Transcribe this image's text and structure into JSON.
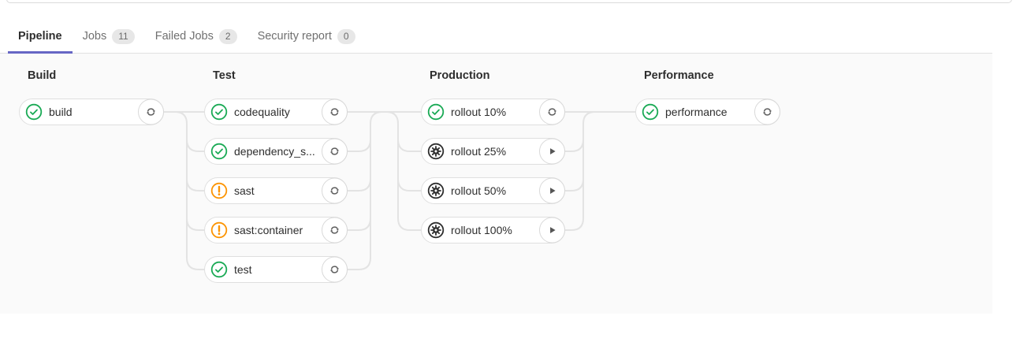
{
  "tabs": [
    {
      "label": "Pipeline",
      "badge": null,
      "active": true
    },
    {
      "label": "Jobs",
      "badge": "11",
      "active": false
    },
    {
      "label": "Failed Jobs",
      "badge": "2",
      "active": false
    },
    {
      "label": "Security report",
      "badge": "0",
      "active": false
    }
  ],
  "stages": [
    {
      "name": "Build",
      "jobs": [
        {
          "label": "build",
          "status": "success",
          "action": "retry"
        }
      ]
    },
    {
      "name": "Test",
      "jobs": [
        {
          "label": "codequality",
          "status": "success",
          "action": "retry"
        },
        {
          "label": "dependency_s...",
          "status": "success",
          "action": "retry"
        },
        {
          "label": "sast",
          "status": "warning",
          "action": "retry"
        },
        {
          "label": "sast:container",
          "status": "warning",
          "action": "retry"
        },
        {
          "label": "test",
          "status": "success",
          "action": "retry"
        }
      ]
    },
    {
      "name": "Production",
      "jobs": [
        {
          "label": "rollout 10%",
          "status": "success",
          "action": "retry"
        },
        {
          "label": "rollout 25%",
          "status": "manual",
          "action": "play"
        },
        {
          "label": "rollout 50%",
          "status": "manual",
          "action": "play"
        },
        {
          "label": "rollout 100%",
          "status": "manual",
          "action": "play"
        }
      ]
    },
    {
      "name": "Performance",
      "jobs": [
        {
          "label": "performance",
          "status": "success",
          "action": "retry"
        }
      ]
    }
  ],
  "colors": {
    "accent": "#6666c4",
    "success": "#1aaa55",
    "warning": "#fc9403",
    "manual": "#2e2e2e",
    "action_icon": "#5e5e5e",
    "connector": "#e3e3e3"
  }
}
